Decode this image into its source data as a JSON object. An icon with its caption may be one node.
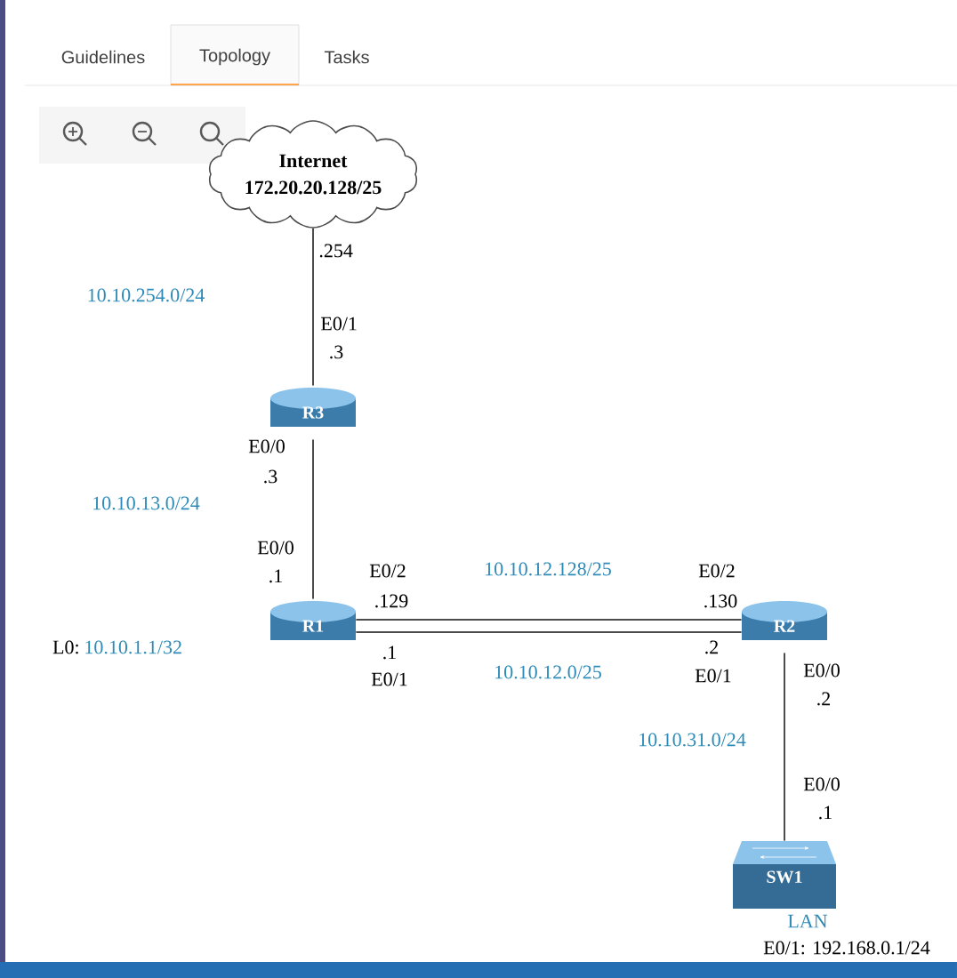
{
  "diagram": {
    "nodes": [
      {
        "text": [
          "Internet",
          "172.20.20.128/25"
        ]
      },
      {
        "text": [
          "R3"
        ]
      },
      {
        "text": [
          "R1"
        ]
      },
      {
        "text": [
          "R2"
        ]
      },
      {
        "text": [
          "SW1"
        ],
        "beside": [
          "LAN",
          "E0/1: 192.168.0.1/24"
        ]
      }
    ],
    "edges": [
      {
        "from": 0,
        "to": 1,
        "arrow": "none"
      },
      {
        "from": 1,
        "to": 2,
        "arrow": "none"
      },
      {
        "from": 2,
        "to": 3,
        "arrow": "none"
      },
      {
        "from": 2,
        "to": 3,
        "arrow": "none"
      },
      {
        "from": 3,
        "to": 4,
        "arrow": "none"
      }
    ],
    "labels": [
      "Guidelines",
      "Topology",
      "Tasks",
      ".254",
      "10.10.254.0/24",
      "E0/1",
      ".3",
      "E0/0",
      ".3",
      "10.10.13.0/24",
      "E0/0",
      ".1",
      "E0/2",
      "10.10.12.128/25",
      "E0/2",
      ".129",
      ".130",
      "L0:",
      "10.10.1.1/32",
      ".1",
      ".2",
      "E0/1",
      "10.10.12.0/25",
      "E0/1",
      "E0/0",
      ".2",
      "10.10.31.0/24",
      "E0/0",
      ".1"
    ]
  }
}
